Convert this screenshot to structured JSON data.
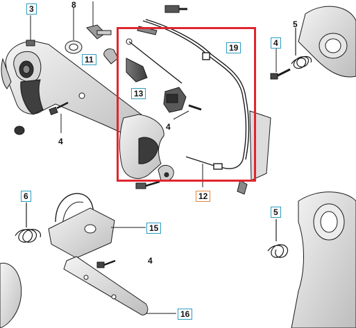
{
  "callouts": {
    "c3": "3",
    "c8": "8",
    "c11": "11",
    "c13": "13",
    "c19": "19",
    "c4_left": "4",
    "c4_mid": "4",
    "c4_right": "4",
    "c4_bottom": "4",
    "c5_top": "5",
    "c5_right": "5",
    "c6": "6",
    "c12": "12",
    "c15": "15",
    "c16": "16"
  },
  "colors": {
    "highlight": "#e0252e",
    "callout_border": "#2a9bbf",
    "callout_border_alt": "#e2863c",
    "line": "#1a1a1a"
  }
}
